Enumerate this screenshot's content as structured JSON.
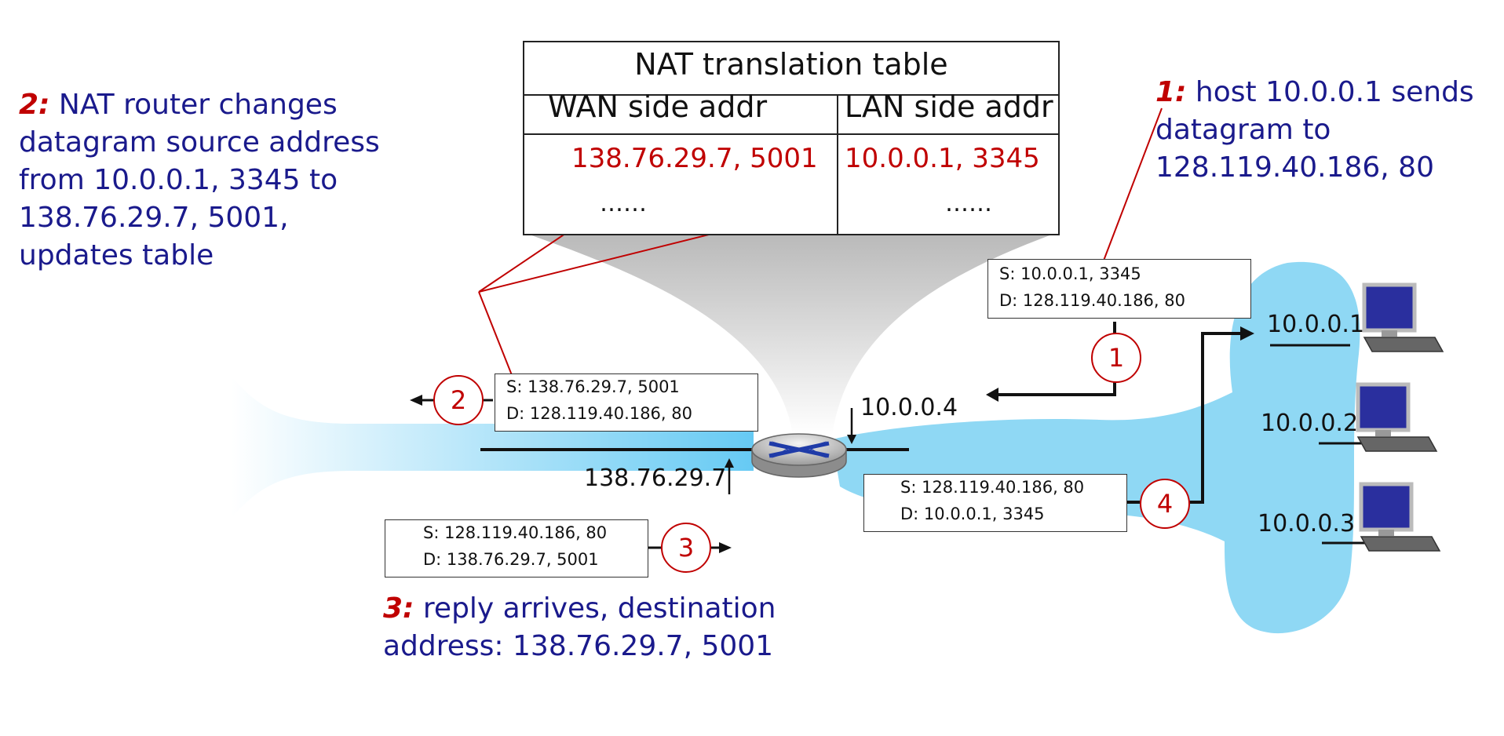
{
  "nat_table": {
    "title": "NAT translation table",
    "col_wan": "WAN side addr",
    "col_lan": "LAN side addr",
    "row_wan": "138.76.29.7, 5001",
    "row_lan": "10.0.0.1, 3345",
    "dots_wan": "……",
    "dots_lan": "……"
  },
  "notes": {
    "n1": {
      "num": "1:",
      "lines": [
        "host 10.0.0.1 sends",
        "datagram to",
        "128.119.40.186, 80"
      ]
    },
    "n2": {
      "num": "2:",
      "lines": [
        "NAT router changes",
        "datagram source address",
        "from 10.0.0.1, 3345 to",
        "138.76.29.7, 5001,",
        "updates table"
      ]
    },
    "n3": {
      "num": "3:",
      "lines": [
        "reply arrives, destination",
        "address: 138.76.29.7, 5001"
      ]
    }
  },
  "packets": {
    "p1": {
      "s": "S: 10.0.0.1, 3345",
      "d": "D: 128.119.40.186, 80"
    },
    "p2": {
      "s": "S: 138.76.29.7, 5001",
      "d": "D: 128.119.40.186, 80"
    },
    "p3": {
      "s": "S: 128.119.40.186, 80",
      "d": "D: 138.76.29.7, 5001"
    },
    "p4": {
      "s": "S: 128.119.40.186, 80",
      "d": "D: 10.0.0.1, 3345"
    }
  },
  "steps": [
    "1",
    "2",
    "3",
    "4"
  ],
  "addresses": {
    "router_lan": "10.0.0.4",
    "router_wan": "138.76.29.7",
    "host1": "10.0.0.1",
    "host2": "10.0.0.2",
    "host3": "10.0.0.3"
  },
  "colors": {
    "accent_red": "#c00000",
    "note_blue": "#1a1a8c",
    "lan_cloud": "#8fd8f4"
  }
}
